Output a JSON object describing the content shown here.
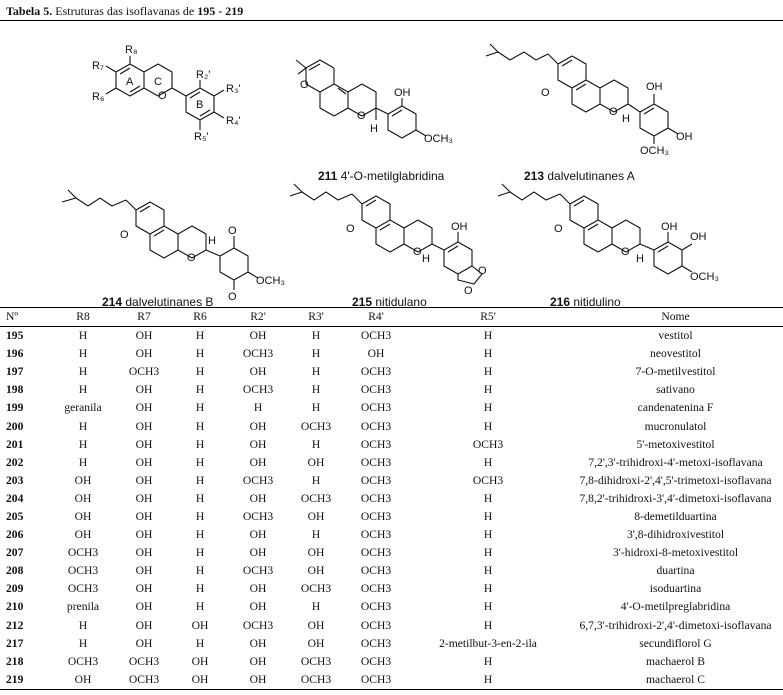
{
  "caption": {
    "prefix": "Tabela 5.",
    "text": " Estruturas das isoflavanas de ",
    "range": "195 - 219"
  },
  "structures": [
    {
      "num": "211",
      "name": " 4'-O-metilglabridina"
    },
    {
      "num": "213",
      "name": " dalvelutinanes A"
    },
    {
      "num": "214",
      "name": " dalvelutinanes B"
    },
    {
      "num": "215",
      "name": " nitidulano"
    },
    {
      "num": "216",
      "name": " nitidulino"
    }
  ],
  "table": {
    "headers": [
      "Nº",
      "R8",
      "R7",
      "R6",
      "R2'",
      "R3'",
      "R4'",
      "R5'",
      "Nome"
    ],
    "rows": [
      [
        "195",
        "H",
        "OH",
        "H",
        "OH",
        "H",
        "OCH3",
        "H",
        "vestitol"
      ],
      [
        "196",
        "H",
        "OH",
        "H",
        "OCH3",
        "H",
        "OH",
        "H",
        "neovestitol"
      ],
      [
        "197",
        "H",
        "OCH3",
        "H",
        "OH",
        "H",
        "OCH3",
        "H",
        "7-O-metilvestitol"
      ],
      [
        "198",
        "H",
        "OH",
        "H",
        "OCH3",
        "H",
        "OCH3",
        "H",
        "sativano"
      ],
      [
        "199",
        "geranila",
        "OH",
        "H",
        "H",
        "H",
        "OCH3",
        "H",
        "candenatenina F"
      ],
      [
        "200",
        "H",
        "OH",
        "H",
        "OH",
        "OCH3",
        "OCH3",
        "H",
        "mucronulatol"
      ],
      [
        "201",
        "H",
        "OH",
        "H",
        "OH",
        "H",
        "OCH3",
        "OCH3",
        "5'-metoxivestitol"
      ],
      [
        "202",
        "H",
        "OH",
        "H",
        "OH",
        "OH",
        "OCH3",
        "H",
        "7,2',3'-trihidroxi-4'-metoxi-isoflavana"
      ],
      [
        "203",
        "OH",
        "OH",
        "H",
        "OCH3",
        "H",
        "OCH3",
        "OCH3",
        "7,8-dihidroxi-2',4',5'-trimetoxi-isoflavana"
      ],
      [
        "204",
        "OH",
        "OH",
        "H",
        "OH",
        "OCH3",
        "OCH3",
        "H",
        "7,8,2'-trihidroxi-3',4'-dimetoxi-isoflavana"
      ],
      [
        "205",
        "OH",
        "OH",
        "H",
        "OCH3",
        "OH",
        "OCH3",
        "H",
        "8-demetilduartina"
      ],
      [
        "206",
        "OH",
        "OH",
        "H",
        "OH",
        "H",
        "OCH3",
        "H",
        "3',8-dihidroxivestitol"
      ],
      [
        "207",
        "OCH3",
        "OH",
        "H",
        "OH",
        "OH",
        "OCH3",
        "H",
        "3'-hidroxi-8-metoxivestitol"
      ],
      [
        "208",
        "OCH3",
        "OH",
        "H",
        "OCH3",
        "OH",
        "OCH3",
        "H",
        "duartina"
      ],
      [
        "209",
        "OCH3",
        "OH",
        "H",
        "OH",
        "OCH3",
        "OCH3",
        "H",
        "isoduartina"
      ],
      [
        "210",
        "prenila",
        "OH",
        "H",
        "OH",
        "H",
        "OCH3",
        "H",
        "4'-O-metilpreglabridina"
      ],
      [
        "212",
        "H",
        "OH",
        "OH",
        "OCH3",
        "OH",
        "OCH3",
        "H",
        "6,7,3'-trihidroxi-2',4'-dimetoxi-isoflavana"
      ],
      [
        "217",
        "H",
        "OH",
        "H",
        "OH",
        "OH",
        "OCH3",
        "2-metilbut-3-en-2-ila",
        "secundiflorol G"
      ],
      [
        "218",
        "OCH3",
        "OCH3",
        "OH",
        "OH",
        "OCH3",
        "OCH3",
        "H",
        "machaerol B"
      ],
      [
        "219",
        "OH",
        "OCH3",
        "OH",
        "OH",
        "OCH3",
        "OCH3",
        "H",
        "machaerol C"
      ]
    ]
  }
}
